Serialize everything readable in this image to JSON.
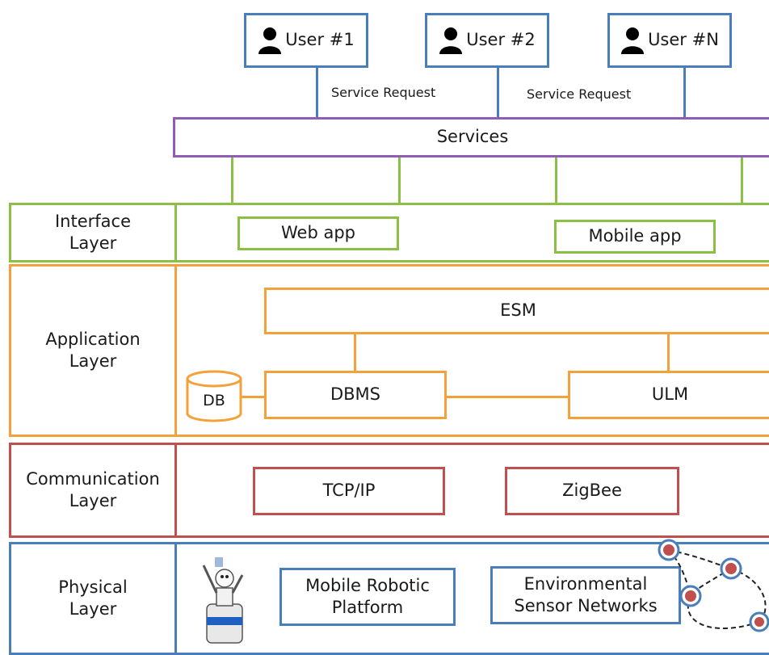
{
  "users": [
    {
      "label": "User #1",
      "icon": "person-icon"
    },
    {
      "label": "User #2",
      "icon": "person-icon"
    },
    {
      "label": "User #N",
      "icon": "person-icon"
    }
  ],
  "service_request_labels": [
    "Service Request",
    "Service Request"
  ],
  "services": {
    "label": "Services"
  },
  "layers": {
    "interface": {
      "title": "Interface\nLayer",
      "items": [
        "Web app",
        "Mobile app"
      ]
    },
    "application": {
      "title": "Application\nLayer",
      "esm": "ESM",
      "dbms": "DBMS",
      "ulm": "ULM",
      "db": "DB"
    },
    "communication": {
      "title": "Communication\nLayer",
      "items": [
        "TCP/IP",
        "ZigBee"
      ]
    },
    "physical": {
      "title": "Physical\nLayer",
      "items": [
        "Mobile Robotic\nPlatform",
        "Environmental\nSensor Networks"
      ]
    }
  },
  "colors": {
    "user": "#4a7ebb",
    "services": "#8f5db5",
    "interface": "#8cbf45",
    "application": "#f3a13b",
    "communication": "#c0504d",
    "physical": "#4a7ebb",
    "sensor_node": "#c0504d"
  }
}
